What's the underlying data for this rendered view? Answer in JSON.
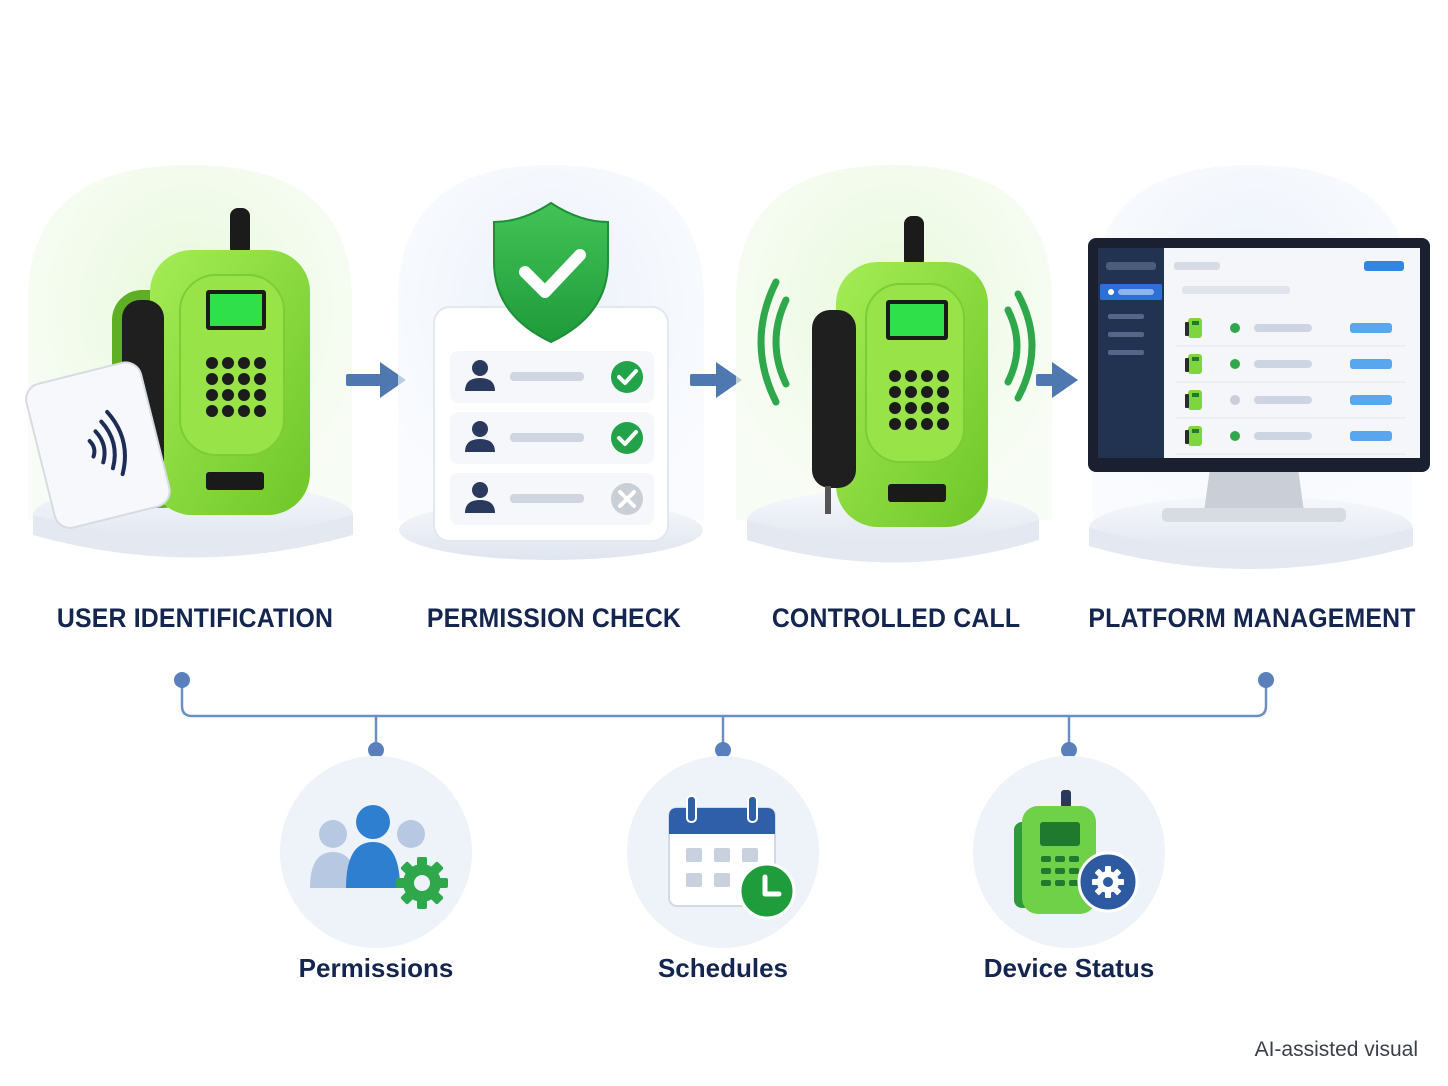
{
  "steps": [
    {
      "id": "identification",
      "title": "USER IDENTIFICATION",
      "icon": "payphone-with-rfid-card-icon"
    },
    {
      "id": "permission",
      "title": "PERMISSION CHECK",
      "icon": "shield-check-list-icon"
    },
    {
      "id": "call",
      "title": "CONTROLLED CALL",
      "icon": "payphone-ringing-icon"
    },
    {
      "id": "platform",
      "title": "PLATFORM MANAGEMENT",
      "icon": "monitor-dashboard-icon"
    }
  ],
  "permission_list": [
    {
      "status": "approved"
    },
    {
      "status": "approved"
    },
    {
      "status": "denied"
    }
  ],
  "features": [
    {
      "id": "permissions",
      "label": "Permissions",
      "icon": "users-gear-icon"
    },
    {
      "id": "schedules",
      "label": "Schedules",
      "icon": "calendar-clock-icon"
    },
    {
      "id": "device_status",
      "label": "Device Status",
      "icon": "phone-gear-icon"
    }
  ],
  "footnote": "AI-assisted visual",
  "colors": {
    "phone_green": "#8ee03c",
    "accent_green": "#2ea84a",
    "navy": "#14254f",
    "arrow_blue": "#4f78b0",
    "connector_blue": "#6b8fc2"
  }
}
